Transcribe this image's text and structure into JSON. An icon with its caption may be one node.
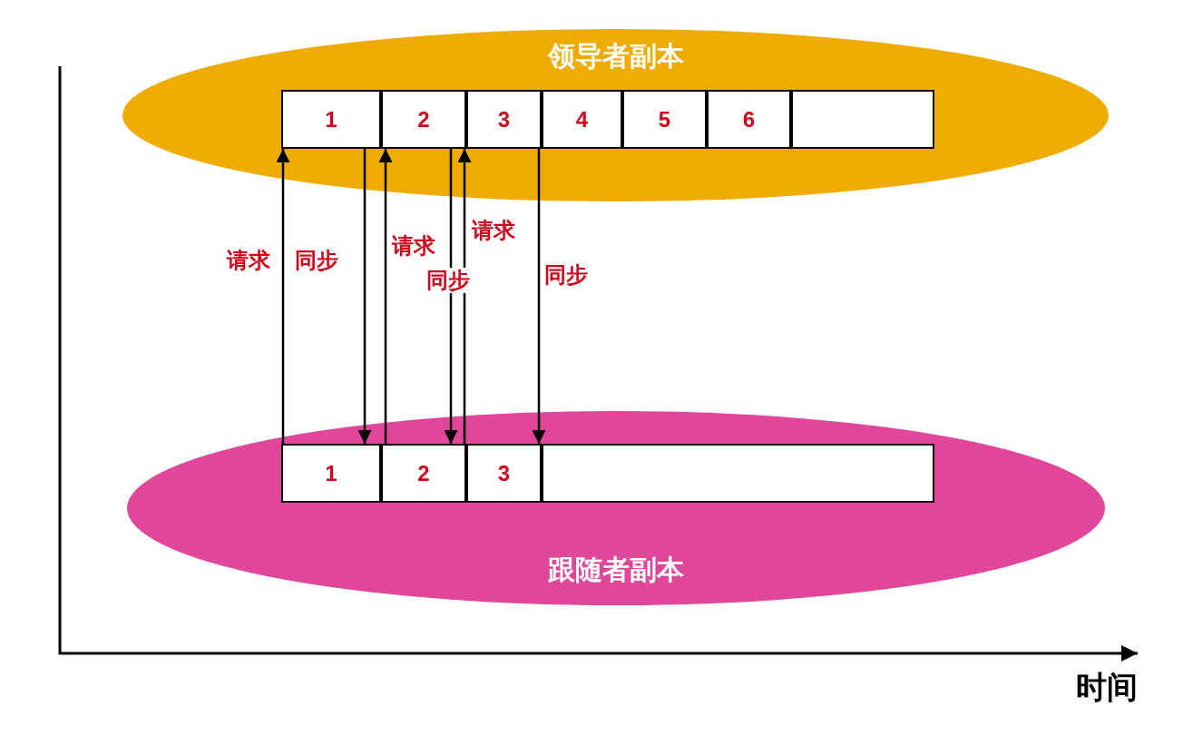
{
  "diagram": {
    "nodes": [
      {
        "text": [
          "领导者副本"
        ]
      },
      {
        "text": [
          "1"
        ],
        "in": 0
      },
      {
        "text": [
          "2"
        ],
        "in": 0
      },
      {
        "text": [
          "3"
        ],
        "in": 0
      },
      {
        "text": [
          "4"
        ],
        "in": 0
      },
      {
        "text": [
          "5"
        ],
        "in": 0
      },
      {
        "text": [
          "6"
        ],
        "in": 0
      },
      {
        "text": [],
        "shape": "box",
        "in": 0
      },
      {
        "text": [
          "跟随者副本"
        ]
      },
      {
        "text": [
          "1"
        ],
        "in": 8
      },
      {
        "text": [
          "2"
        ],
        "in": 8
      },
      {
        "text": [
          "3"
        ],
        "in": 8
      },
      {
        "text": [],
        "shape": "box",
        "in": 8
      }
    ],
    "edges": [
      {
        "from": 9,
        "to": 1,
        "arrow": "to",
        "label": "请求"
      },
      {
        "from": 1,
        "to": 9,
        "arrow": "to",
        "label": "同步"
      },
      {
        "from": 10,
        "to": 2,
        "arrow": "to",
        "label": "请求"
      },
      {
        "from": 2,
        "to": 10,
        "arrow": "to",
        "label": "同步"
      },
      {
        "from": 11,
        "to": 3,
        "arrow": "to",
        "label": "请求"
      },
      {
        "from": 3,
        "to": 11,
        "arrow": "to",
        "label": "同步"
      }
    ],
    "labels": [
      "时间"
    ]
  }
}
